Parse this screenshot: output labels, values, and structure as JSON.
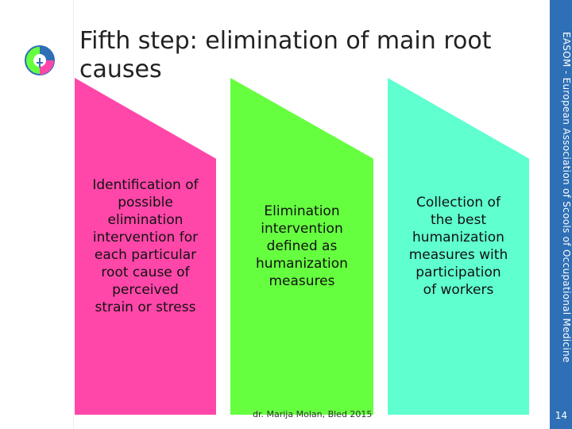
{
  "title": "Fifth step: elimination of main root causes",
  "vertical_label": "EASOM - European Association of Scools of Occupational Medicine",
  "slide_number": "14",
  "footer": "dr. Marija Molan, Bled 2015",
  "boxes": [
    {
      "text": "Identification of\npossible\nelimination\nintervention for\neach particular\nroot cause of\nperceived\nstrain or stress",
      "color": "#ff47a9"
    },
    {
      "text": "Elimination\nintervention\ndefined as\nhumanization\nmeasures",
      "color": "#66ff40"
    },
    {
      "text": "Collection of\nthe best\nhumanization\nmeasures with\nparticipation\nof workers",
      "color": "#5fffd0"
    }
  ],
  "logo": {
    "name": "easom-circle-logo-icon",
    "colors": [
      "#ffffff",
      "#2f6fb5",
      "#66ff40",
      "#ff47a9"
    ]
  }
}
